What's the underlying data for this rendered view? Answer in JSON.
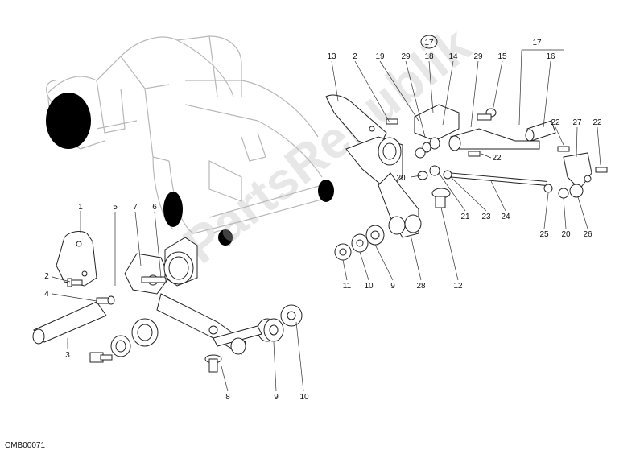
{
  "diagram": {
    "drawing_code": "CMB00071",
    "watermark": "PartsRepublik",
    "callouts_left": [
      {
        "id": "c-1",
        "label": "1"
      },
      {
        "id": "c-2",
        "label": "2"
      },
      {
        "id": "c-3",
        "label": "3"
      },
      {
        "id": "c-4",
        "label": "4"
      },
      {
        "id": "c-5",
        "label": "5"
      },
      {
        "id": "c-6",
        "label": "6"
      },
      {
        "id": "c-7",
        "label": "7"
      },
      {
        "id": "c-8",
        "label": "8"
      },
      {
        "id": "c-9",
        "label": "9"
      },
      {
        "id": "c-10",
        "label": "10"
      }
    ],
    "callouts_right": [
      {
        "id": "c-13",
        "label": "13"
      },
      {
        "id": "c-2b",
        "label": "2"
      },
      {
        "id": "c-19",
        "label": "19"
      },
      {
        "id": "c-29a",
        "label": "29"
      },
      {
        "id": "c-17-circled",
        "label": "17"
      },
      {
        "id": "c-18",
        "label": "18"
      },
      {
        "id": "c-14",
        "label": "14"
      },
      {
        "id": "c-29b",
        "label": "29"
      },
      {
        "id": "c-15",
        "label": "15"
      },
      {
        "id": "c-17",
        "label": "17"
      },
      {
        "id": "c-16",
        "label": "16"
      },
      {
        "id": "c-22a",
        "label": "22"
      },
      {
        "id": "c-27",
        "label": "27"
      },
      {
        "id": "c-22b",
        "label": "22"
      },
      {
        "id": "c-22c",
        "label": "22"
      },
      {
        "id": "c-20a",
        "label": "20"
      },
      {
        "id": "c-21",
        "label": "21"
      },
      {
        "id": "c-23",
        "label": "23"
      },
      {
        "id": "c-24",
        "label": "24"
      },
      {
        "id": "c-25",
        "label": "25"
      },
      {
        "id": "c-20b",
        "label": "20"
      },
      {
        "id": "c-26",
        "label": "26"
      },
      {
        "id": "c-11",
        "label": "11"
      },
      {
        "id": "c-10b",
        "label": "10"
      },
      {
        "id": "c-9b",
        "label": "9"
      },
      {
        "id": "c-28",
        "label": "28"
      },
      {
        "id": "c-12",
        "label": "12"
      }
    ]
  }
}
